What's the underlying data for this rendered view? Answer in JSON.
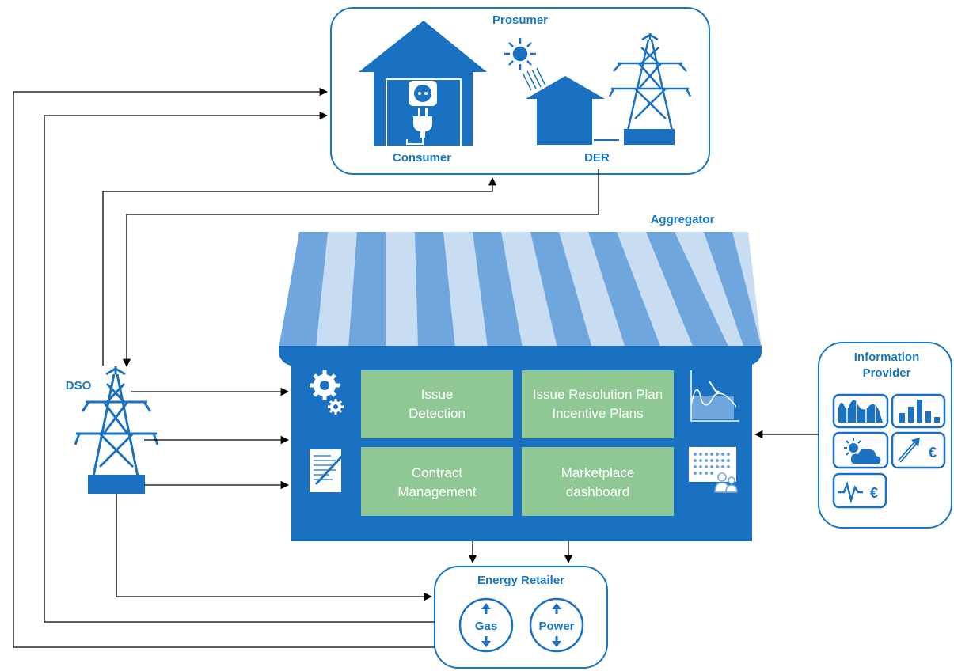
{
  "prosumer": {
    "title": "Prosumer",
    "consumer_label": "Consumer",
    "der_label": "DER"
  },
  "aggregator": {
    "title": "Aggregator",
    "tiles": [
      {
        "line1": "Issue",
        "line2": "Detection"
      },
      {
        "line1": "Issue Resolution Plan",
        "line2": "Incentive Plans"
      },
      {
        "line1": "Contract",
        "line2": "Management"
      },
      {
        "line1": "Marketplace",
        "line2": "dashboard"
      }
    ]
  },
  "dso": {
    "label": "DSO"
  },
  "information_provider": {
    "line1": "Information",
    "line2": "Provider"
  },
  "energy_retailer": {
    "title": "Energy Retailer",
    "gas_label": "Gas",
    "power_label": "Power"
  },
  "colors": {
    "brand_blue": "#1877c5",
    "store_blue": "#1a71c1",
    "tile_green": "#8fc795",
    "stripe_dark": "#6ea6dd",
    "stripe_light": "#c9ddf2",
    "line": "#000000"
  }
}
